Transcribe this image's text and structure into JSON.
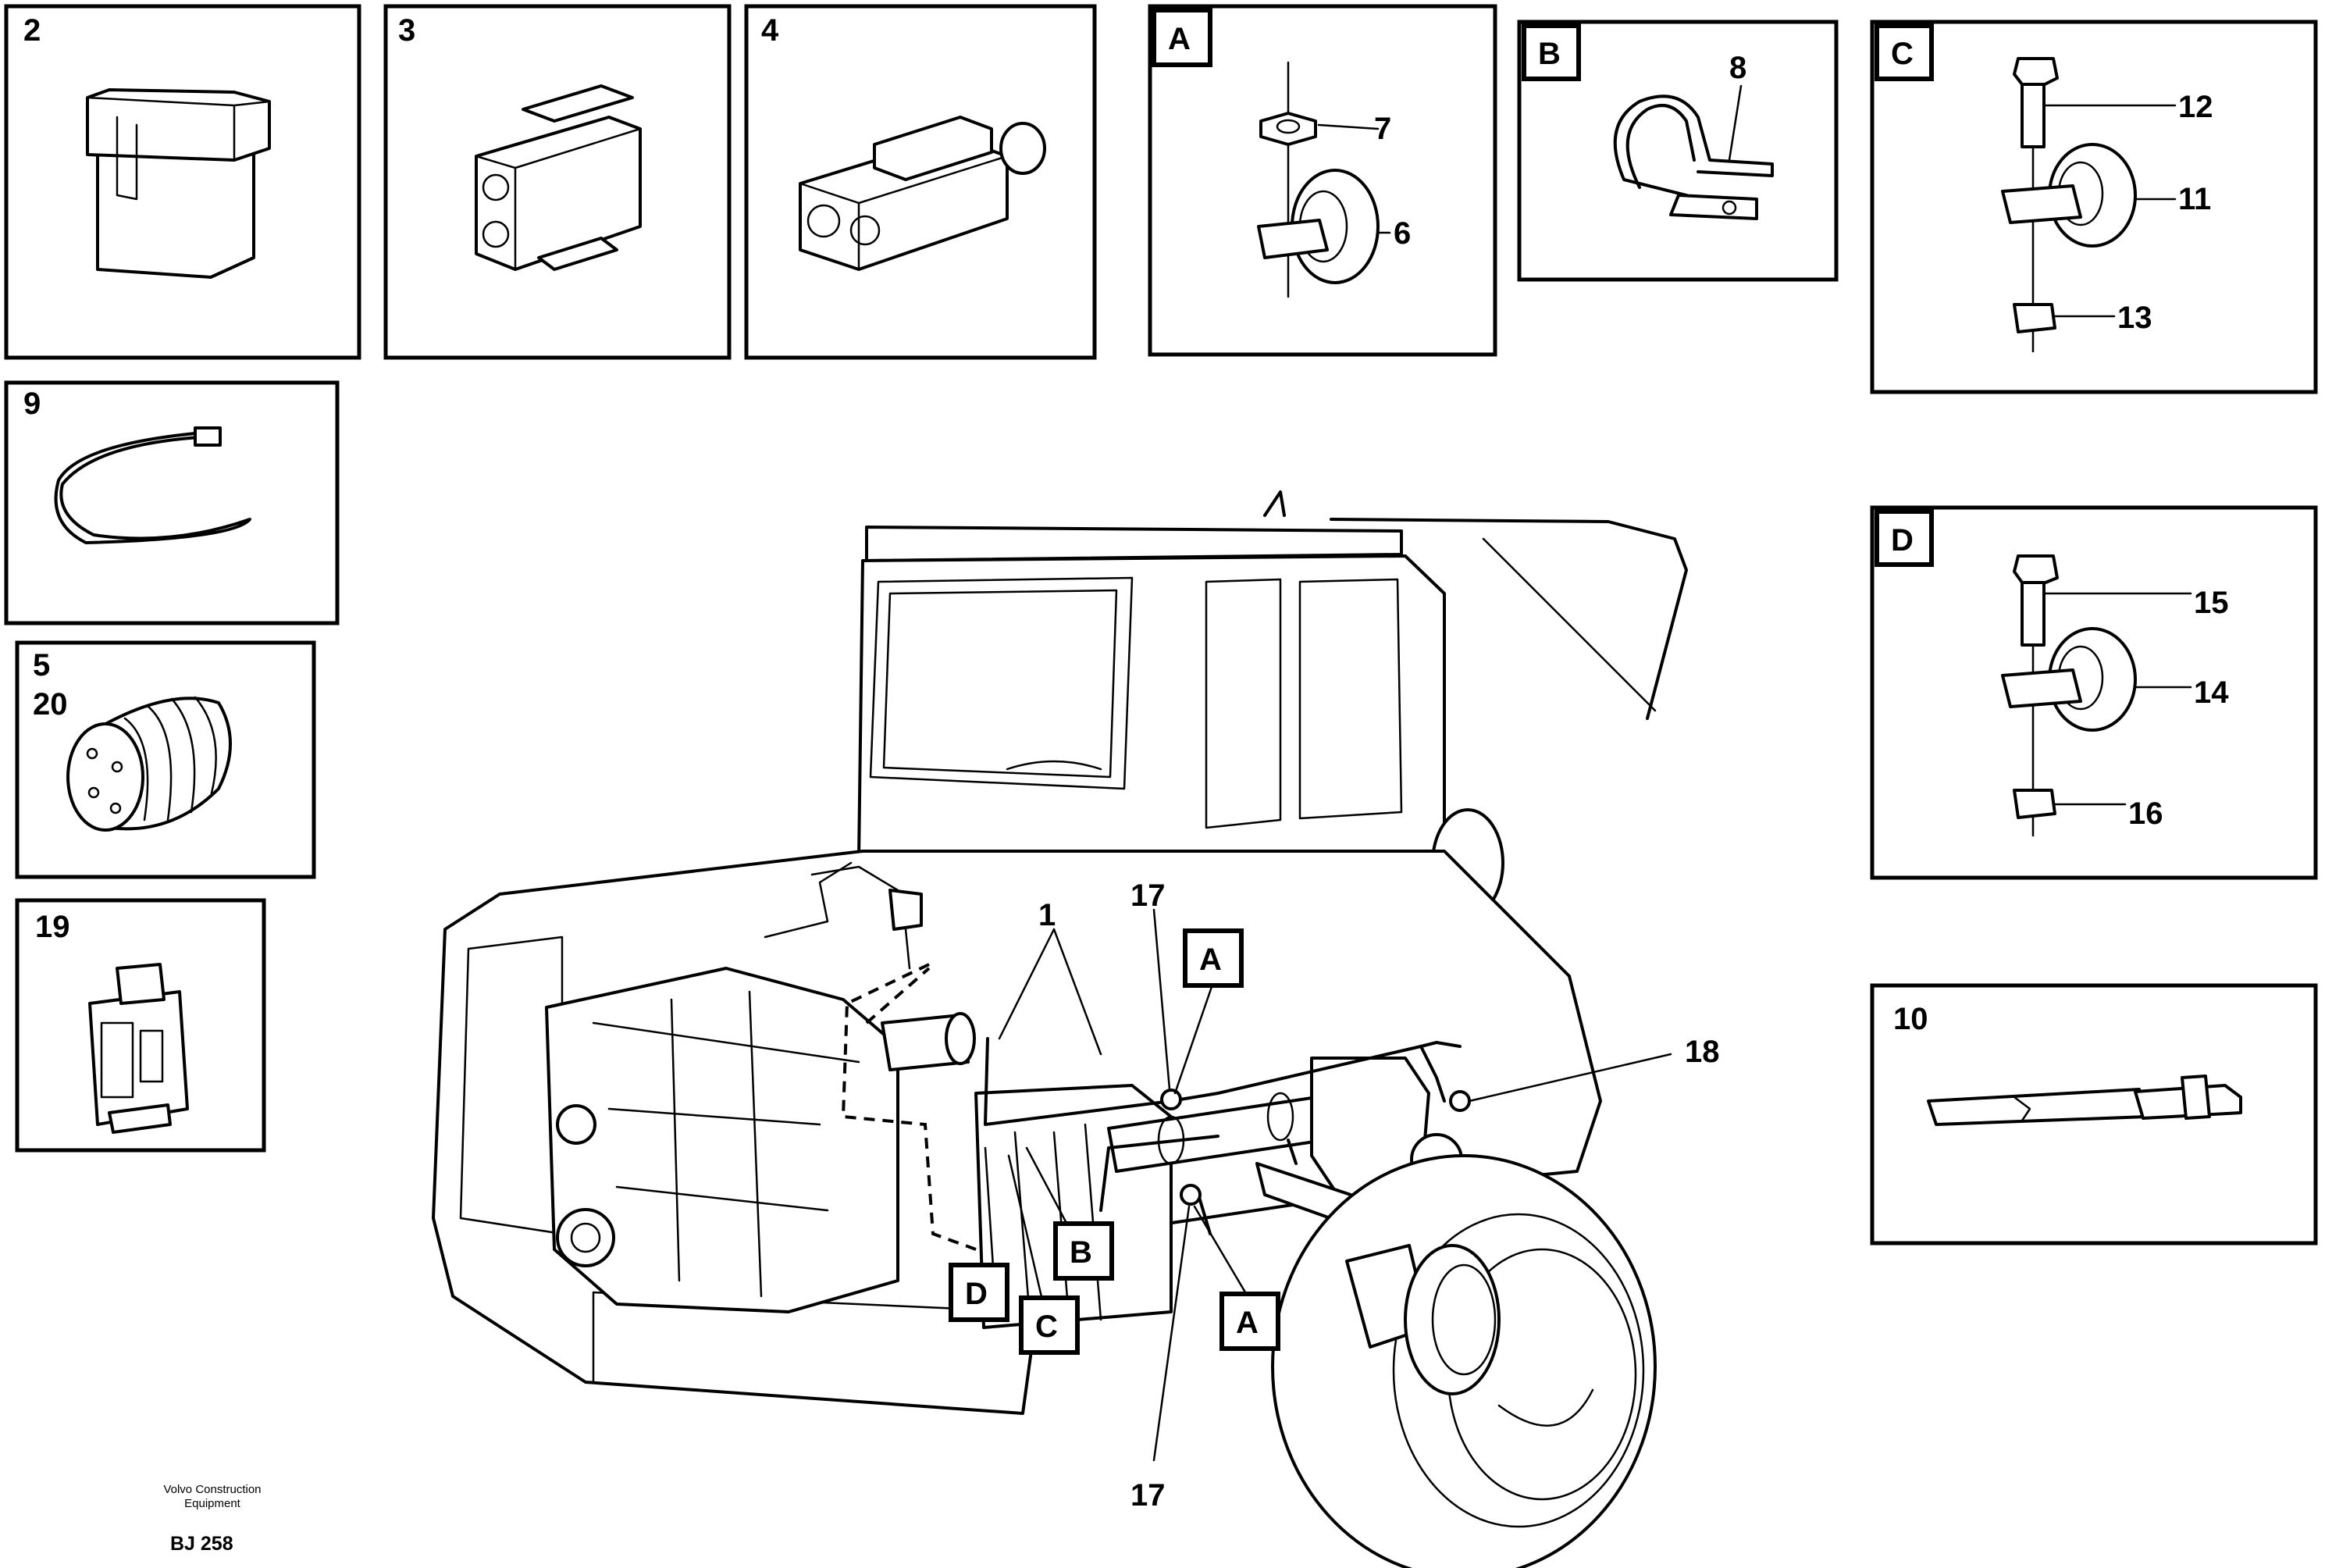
{
  "labels": {
    "p1": "1",
    "p2": "2",
    "p3": "3",
    "p4": "4",
    "p5": "5",
    "p6": "6",
    "p7": "7",
    "p8": "8",
    "p9": "9",
    "p10": "10",
    "p11": "11",
    "p12": "12",
    "p13": "13",
    "p14": "14",
    "p15": "15",
    "p16": "16",
    "p17": "17",
    "p18": "18",
    "p19": "19",
    "p20": "20"
  },
  "tags": {
    "a": "A",
    "b": "B",
    "c": "C",
    "d": "D"
  },
  "footer": {
    "company_line1": "Volvo Construction",
    "company_line2": "Equipment",
    "code": "BJ 258"
  }
}
